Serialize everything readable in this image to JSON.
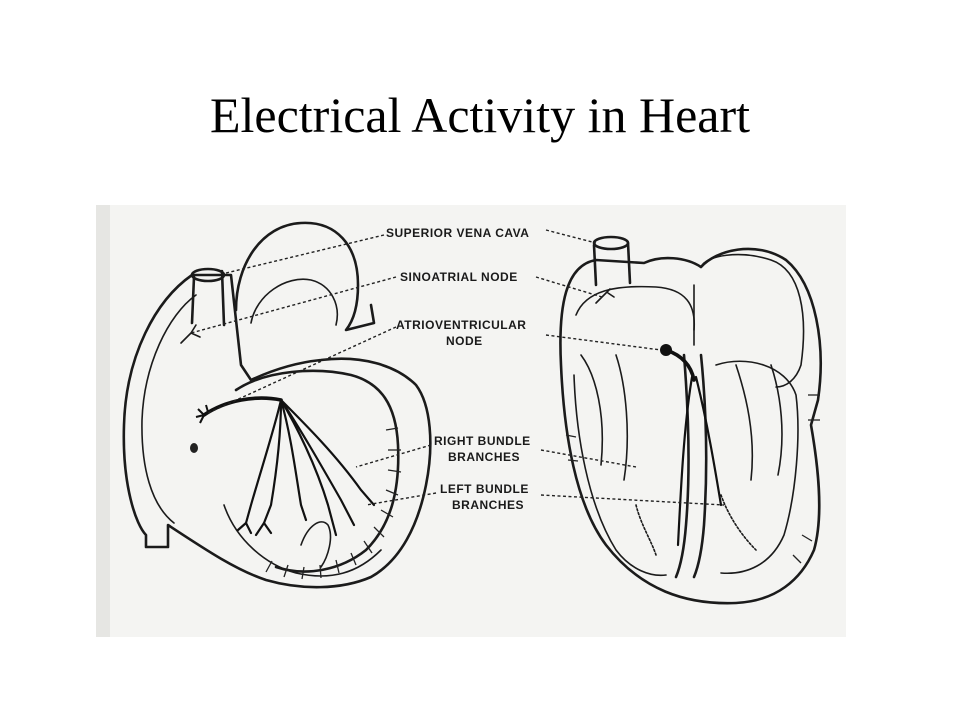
{
  "title": "Electrical Activity in Heart",
  "figure": {
    "labels": {
      "superior_vena_cava": "SUPERIOR VENA CAVA",
      "sinoatrial_node": "SINOATRIAL NODE",
      "av_line1": "ATRIOVENTRICULAR",
      "av_line2": "NODE",
      "rbb_line1": "RIGHT BUNDLE",
      "rbb_line2": "BRANCHES",
      "lbb_line1": "LEFT BUNDLE",
      "lbb_line2": "BRANCHES"
    }
  }
}
